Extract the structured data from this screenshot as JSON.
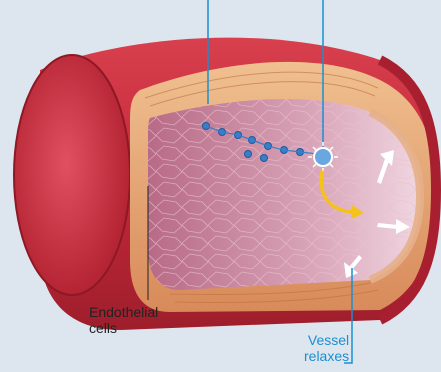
{
  "labels": {
    "endothelial_line1": "Endothelial",
    "endothelial_line2": "cells",
    "vessel_line1": "Vessel",
    "vessel_line2": "relaxes"
  },
  "colors": {
    "background": "#dde6ee",
    "vessel_outer": "#c8283a",
    "lumen": "#c98aa2",
    "smooth_muscle": "#e0a070",
    "molecule": "#3a7ec8",
    "arrow_yellow": "#f4c21a",
    "arrow_white": "#ffffff",
    "callout_line": "#1a8fd0",
    "label_text": "#222222",
    "label_accent": "#1a8fd0"
  }
}
